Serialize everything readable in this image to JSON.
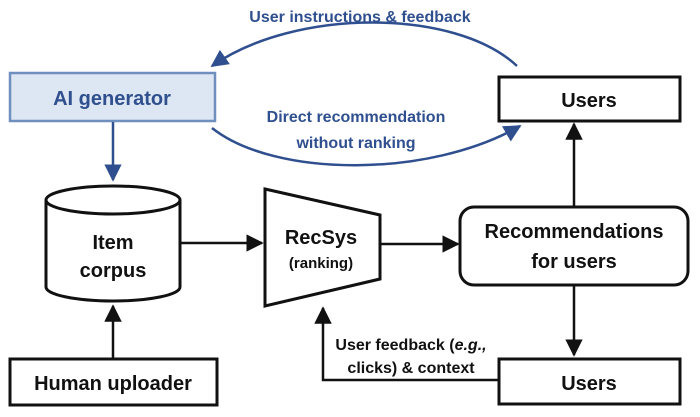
{
  "colors": {
    "ai_box_fill": "#dde6f3",
    "ai_box_stroke": "#6f8fbf",
    "blue_text": "#2f4f8f",
    "blue_arrow": "#2f4f8f",
    "black": "#111111"
  },
  "nodes": {
    "ai_generator": "AI generator",
    "users_top": "Users",
    "item_corpus": {
      "line1": "Item",
      "line2": "corpus"
    },
    "recsys": {
      "line1": "RecSys",
      "line2": "(ranking)"
    },
    "recommendations": {
      "line1": "Recommendations",
      "line2": "for users"
    },
    "human_uploader": "Human uploader",
    "users_bottom": "Users"
  },
  "edge_labels": {
    "user_instructions": "User instructions & feedback",
    "direct_rec": {
      "line1": "Direct recommendation",
      "line2": "without ranking"
    },
    "user_feedback": {
      "line1_pre": "User feedback (",
      "line1_em": "e.g.,",
      "line2": "clicks) & context"
    }
  }
}
